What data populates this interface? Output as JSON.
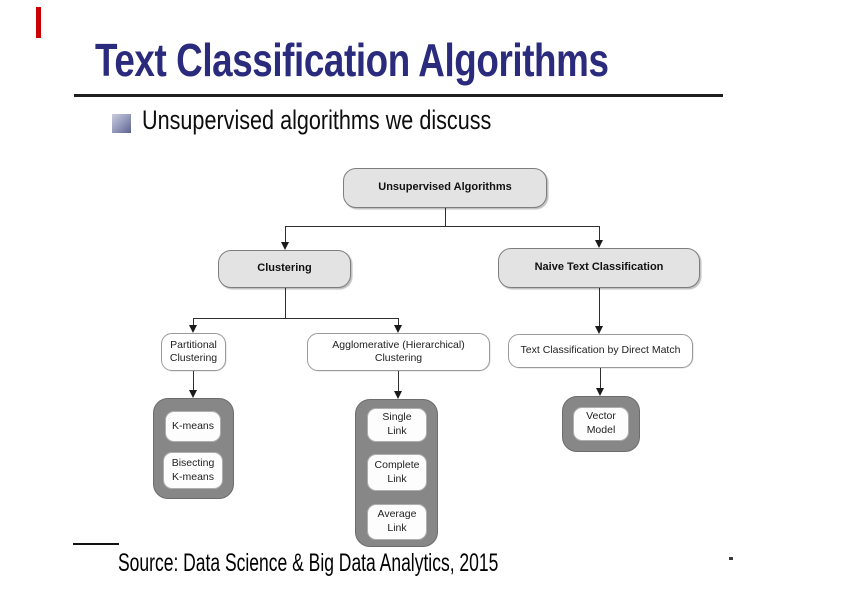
{
  "slide": {
    "title": "Text Classification Algorithms",
    "bullet_text": "Unsupervised algorithms we discuss",
    "source_note": "Source: Data Science & Big Data Analytics, 2015"
  },
  "diagram": {
    "nodes": {
      "root": "Unsupervised Algorithms",
      "clustering": "Clustering",
      "naive": "Naive Text Classification",
      "partitional": "Partitional\nClustering",
      "agglomerative": "Agglomerative (Hierarchical)\nClustering",
      "direct_match": "Text Classification by Direct Match",
      "kmeans": "K-means",
      "bisecting": "Bisecting\nK-means",
      "single_link": "Single\nLink",
      "complete_link": "Complete\nLink",
      "average_link": "Average\nLink",
      "vector_model": "Vector\nModel"
    },
    "edges": [
      {
        "from": "Unsupervised Algorithms",
        "to": "Clustering"
      },
      {
        "from": "Unsupervised Algorithms",
        "to": "Naive Text Classification"
      },
      {
        "from": "Clustering",
        "to": "Partitional Clustering"
      },
      {
        "from": "Clustering",
        "to": "Agglomerative (Hierarchical) Clustering"
      },
      {
        "from": "Naive Text Classification",
        "to": "Text Classification by Direct Match"
      },
      {
        "from": "Partitional Clustering",
        "to": "K-means / Bisecting K-means"
      },
      {
        "from": "Agglomerative (Hierarchical) Clustering",
        "to": "Single Link / Complete Link / Average Link"
      },
      {
        "from": "Text Classification by Direct Match",
        "to": "Vector Model"
      }
    ]
  },
  "theme": {
    "title_color": "#2b2b7d",
    "accent_marker_color": "#cc0000",
    "node_fill": "#e3e3e3",
    "group_fill": "#878787",
    "leaf_fill": "#fdfdfd",
    "connector_color": "#2f2f2f"
  }
}
